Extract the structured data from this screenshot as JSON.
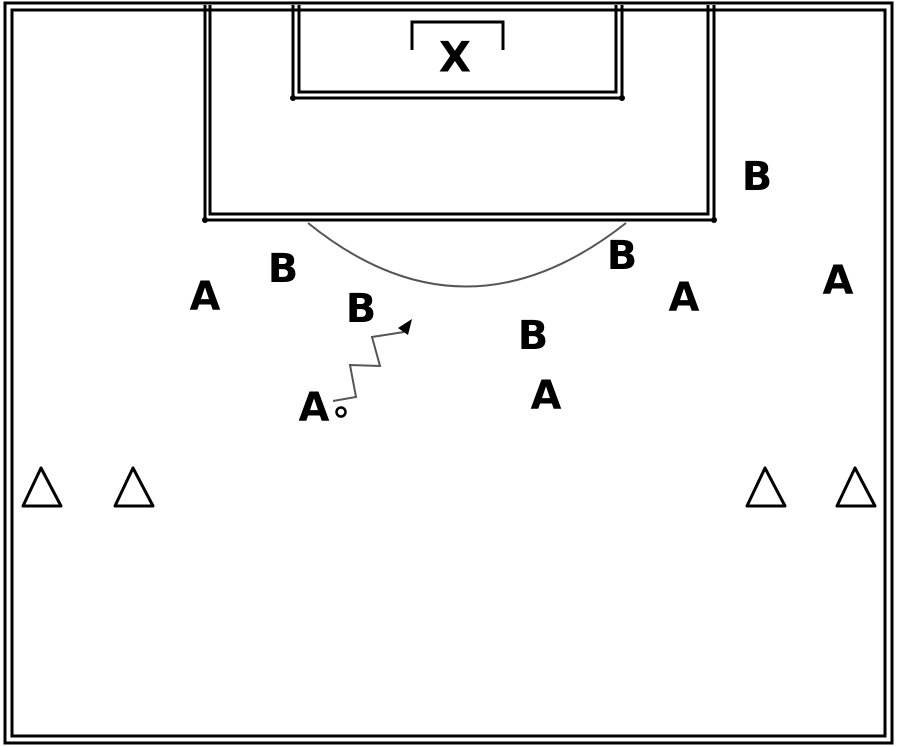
{
  "diagram": {
    "goalkeeper": {
      "label": "X"
    },
    "players": [
      {
        "team": "B",
        "label": "B"
      },
      {
        "team": "B",
        "label": "B"
      },
      {
        "team": "B",
        "label": "B"
      },
      {
        "team": "B",
        "label": "B"
      },
      {
        "team": "B",
        "label": "B"
      },
      {
        "team": "A",
        "label": "A"
      },
      {
        "team": "A",
        "label": "A"
      },
      {
        "team": "A",
        "label": "A"
      },
      {
        "team": "A",
        "label": "A"
      },
      {
        "team": "A",
        "label": "A"
      }
    ],
    "cone_icon": "triangle-cone-icon",
    "cone_count": 4,
    "ball_icon": "ball-icon",
    "dribble_icon": "zigzag-arrow-icon",
    "colors": {
      "lines": "#000000",
      "background": "#ffffff",
      "arc": "#555555"
    }
  }
}
